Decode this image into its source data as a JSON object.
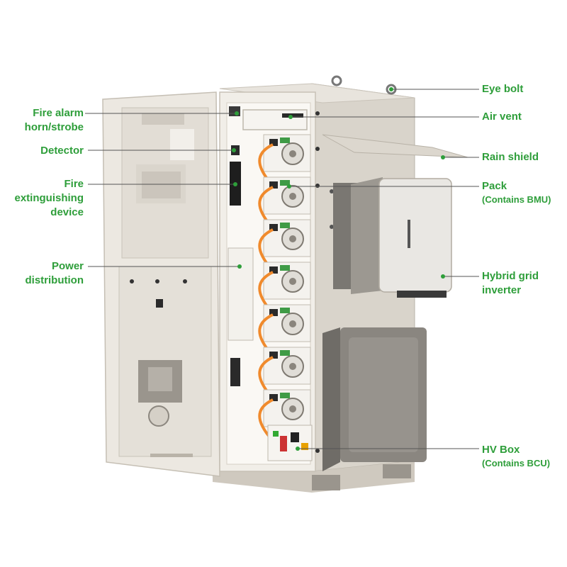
{
  "colors": {
    "accent": "#2e9e3a",
    "cabinet": "#ece8e1",
    "cable": "#f08a2c"
  },
  "labels": {
    "eye_bolt": "Eye bolt",
    "air_vent": "Air vent",
    "rain_shield": "Rain shield",
    "pack": "Pack",
    "pack_sub": "(Contains BMU)",
    "inverter_line1": "Hybrid grid",
    "inverter_line2": "inverter",
    "hv_box": "HV Box",
    "hv_box_sub": "(Contains BCU)",
    "fire_alarm_line1": "Fire alarm",
    "fire_alarm_line2": "horn/strobe",
    "detector": "Detector",
    "fire_ext_line1": "Fire",
    "fire_ext_line2": "extinguishing",
    "fire_ext_line3": "device",
    "power_line1": "Power",
    "power_line2": "distribution"
  }
}
